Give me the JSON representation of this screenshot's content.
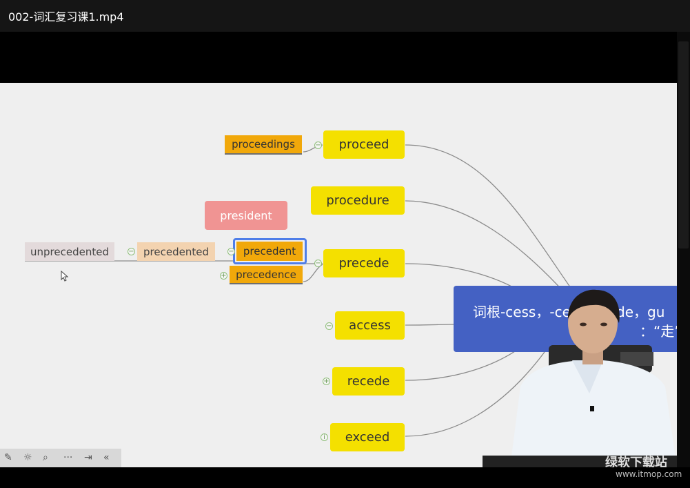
{
  "window": {
    "title": "002-词汇复习课1.mp4"
  },
  "mindmap": {
    "main_nodes": [
      "proceed",
      "procedure",
      "precede",
      "access",
      "recede",
      "exceed"
    ],
    "sub_nodes": {
      "proceedings": "proceedings",
      "president": "president",
      "unprecedented": "unprecedented",
      "precedented": "precedented",
      "precedent": "precedent",
      "precedence": "precedence"
    },
    "toggles": {
      "minus": "−",
      "plus": "+",
      "info": "i"
    }
  },
  "subtitle": {
    "line1": "词根-cess，-ce",
    "line1_tail": "de，gu",
    "line2": "：“走”"
  },
  "toolbar": {
    "pen": "✎",
    "bulb": "☼",
    "zoom": "⌕",
    "more": "···",
    "export": "⇥",
    "collapse": "«"
  },
  "watermark": {
    "text": "绿软下载站",
    "url": "www.itmop.com"
  },
  "colors": {
    "main": "#f4e000",
    "sub": "#f1a80a",
    "selected": "#4f7ee8",
    "subtitle_bg": "#4461c3",
    "pink": "#f09493"
  }
}
